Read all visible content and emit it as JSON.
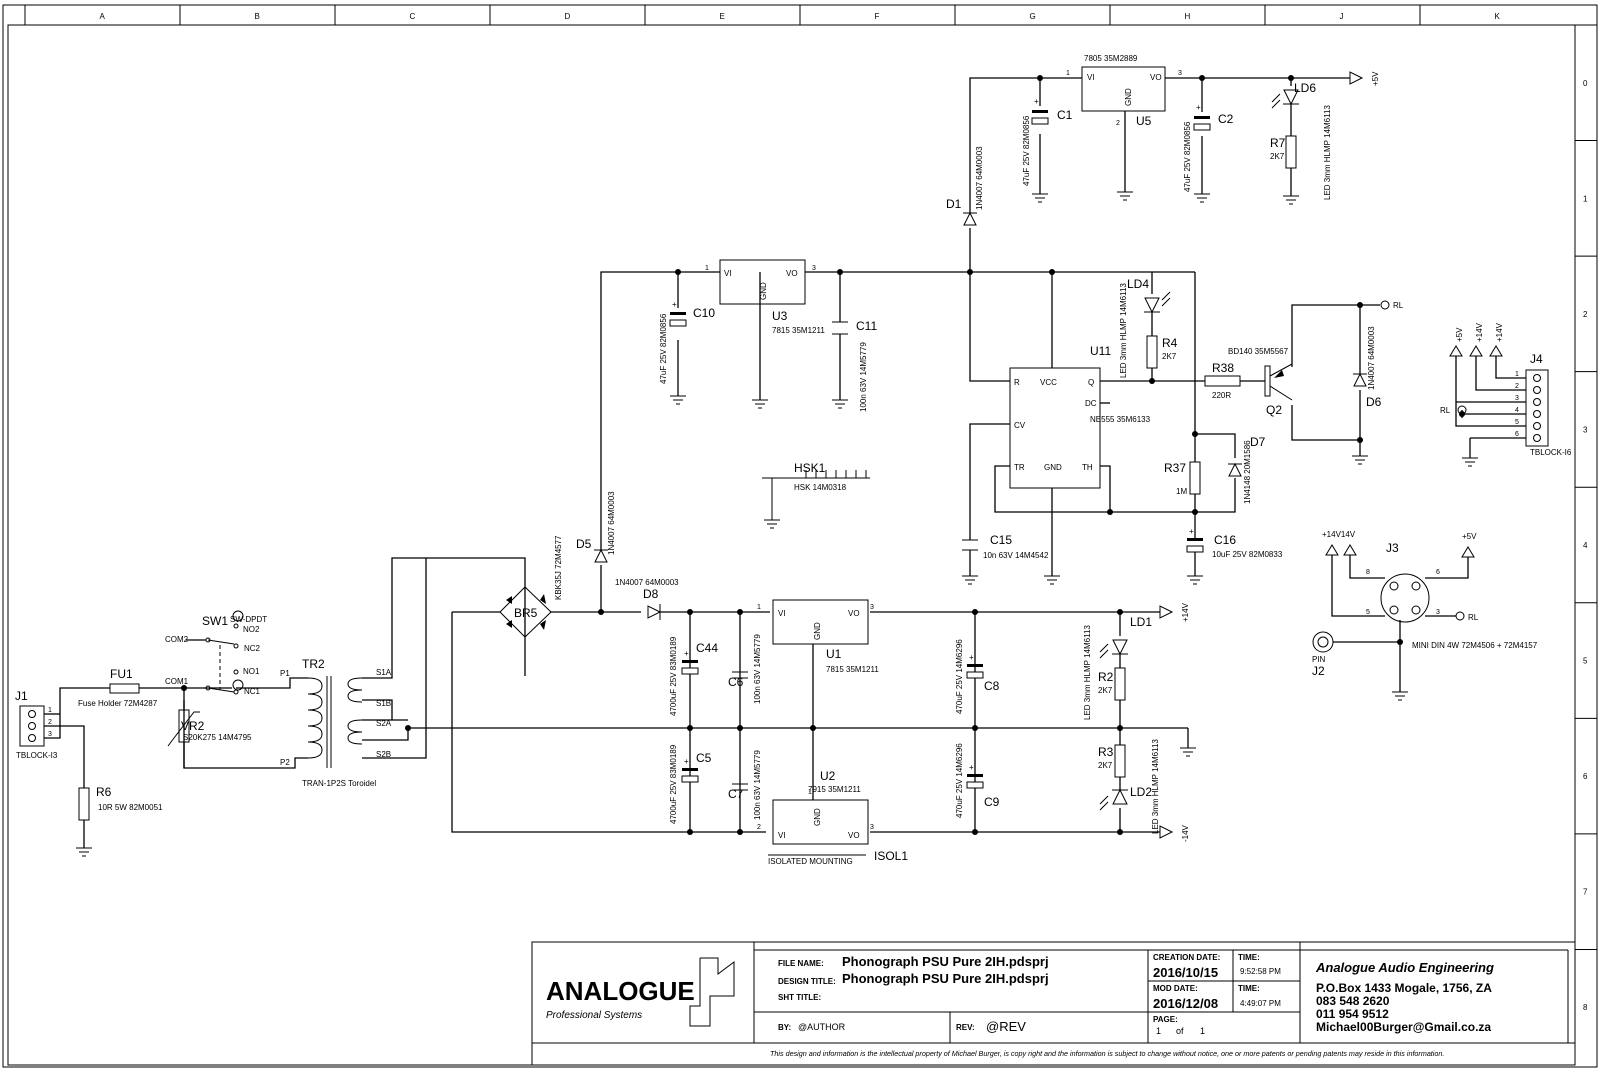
{
  "frame": {
    "columns": [
      "A",
      "B",
      "C",
      "D",
      "E",
      "F",
      "G",
      "H",
      "J",
      "K"
    ],
    "rows": [
      "0",
      "1",
      "2",
      "3",
      "4",
      "5",
      "6",
      "7",
      "8"
    ]
  },
  "parts": {
    "J1": {
      "ref": "J1",
      "value": "TBLOCK-I3",
      "pins": [
        "1",
        "2",
        "3"
      ]
    },
    "FU1": {
      "ref": "FU1",
      "value": "Fuse Holder 72M4287"
    },
    "VR2": {
      "ref": "VR2",
      "value": "S20K275 14M4795"
    },
    "R6": {
      "ref": "R6",
      "value": "10R 5W 82M0051"
    },
    "SW1": {
      "ref": "SW1",
      "value": "SW-DPDT",
      "pins": [
        "COM2",
        "NO2",
        "NC2",
        "COM1",
        "NO1",
        "NC1"
      ]
    },
    "TR2": {
      "ref": "TR2",
      "value": "TRAN-1P2S Toroidel",
      "pins": [
        "P1",
        "P2",
        "S1A",
        "S1B",
        "S2A",
        "S2B"
      ]
    },
    "BR5": {
      "ref": "BR5",
      "value": "KBK35J 72M4577"
    },
    "D5": {
      "ref": "D5",
      "value": "1N4007 64M0003"
    },
    "D8": {
      "ref": "D8",
      "value": "1N4007 64M0003"
    },
    "C44": {
      "ref": "C44",
      "value": "4700uF 25V 83M0189"
    },
    "C5": {
      "ref": "C5",
      "value": "4700uF 25V 83M0189"
    },
    "C6": {
      "ref": "C6",
      "value": "100n 63V 14M5779"
    },
    "C7": {
      "ref": "C7",
      "value": "100n 63V 14M5779"
    },
    "U1": {
      "ref": "U1",
      "value": "7815 35M1211"
    },
    "U2": {
      "ref": "U2",
      "value": "7915 35M1211"
    },
    "C8": {
      "ref": "C8",
      "value": "470uF 25V 14M6296"
    },
    "C9": {
      "ref": "C9",
      "value": "470uF 25V 14M6296"
    },
    "LD1": {
      "ref": "LD1",
      "value": "LED 3mm HLMP 14M6113"
    },
    "LD2": {
      "ref": "LD2",
      "value": "LED 3mm HLMP 14M6113"
    },
    "R2": {
      "ref": "R2",
      "value": "2K7"
    },
    "R3": {
      "ref": "R3",
      "value": "2K7"
    },
    "ISOL1": {
      "ref": "ISOL1",
      "value": "ISOLATED MOUNTING"
    },
    "HSK1": {
      "ref": "HSK1",
      "value": "HSK 14M0318"
    },
    "U3": {
      "ref": "U3",
      "value": "7815 35M1211"
    },
    "C10": {
      "ref": "C10",
      "value": "47uF 25V 82M0856"
    },
    "C11": {
      "ref": "C11",
      "value": "100n 63V 14M5779"
    },
    "D1": {
      "ref": "D1",
      "value": "1N4007 64M0003"
    },
    "U5": {
      "ref": "U5",
      "value": "7805 35M2889"
    },
    "C1": {
      "ref": "C1",
      "value": "47uF 25V 82M0856"
    },
    "C2": {
      "ref": "C2",
      "value": "47uF 25V 82M0856"
    },
    "LD6": {
      "ref": "LD6",
      "value": "LED 3mm HLMP 14M6113"
    },
    "R7": {
      "ref": "R7",
      "value": "2K7"
    },
    "LD4": {
      "ref": "LD4",
      "value": "LED 3mm HLMP 14M6113"
    },
    "R4": {
      "ref": "R4",
      "value": "2K7"
    },
    "U11": {
      "ref": "U11",
      "value": "NE555 35M6133",
      "pins": [
        "R",
        "VCC",
        "Q",
        "DC",
        "CV",
        "TR",
        "GND",
        "TH"
      ]
    },
    "R37": {
      "ref": "R37",
      "value": "1M"
    },
    "D7": {
      "ref": "D7",
      "value": "1N4148 20M1586"
    },
    "C15": {
      "ref": "C15",
      "value": "10n 63V 14M4542"
    },
    "C16": {
      "ref": "C16",
      "value": "10uF 25V 82M0833"
    },
    "R38": {
      "ref": "R38",
      "value": "220R"
    },
    "Q2": {
      "ref": "Q2",
      "value": "BD140 35M5567"
    },
    "D6": {
      "ref": "D6",
      "value": "1N4007 64M0003"
    },
    "J4": {
      "ref": "J4",
      "value": "TBLOCK-I6",
      "pins": [
        "1",
        "2",
        "3",
        "4",
        "5",
        "6"
      ]
    },
    "J3": {
      "ref": "J3",
      "value": "MINI DIN 4W 72M4506 + 72M4157",
      "pins": [
        "8",
        "6",
        "5",
        "3"
      ]
    },
    "J2": {
      "ref": "J2",
      "value": "PIN"
    }
  },
  "regulator_pins": {
    "vi": "VI",
    "vo": "VO",
    "gnd": "GND",
    "p1": "1",
    "p2": "2",
    "p3": "3"
  },
  "nets": {
    "p5v": "+5V",
    "p14v": "+14V",
    "n14v": "-14V",
    "rl": "RL",
    "p14v14v": "+14V14V"
  },
  "title_block": {
    "logo": "ANALOGUE",
    "logo_sub": "Professional Systems",
    "file_name_label": "FILE NAME:",
    "file_name": "Phonograph PSU Pure 2IH.pdsprj",
    "design_title_label": "DESIGN TITLE:",
    "design_title": "Phonograph PSU Pure 2IH.pdsprj",
    "sht_title_label": "SHT TITLE:",
    "by_label": "BY:",
    "by": "@AUTHOR",
    "rev_label": "REV:",
    "rev": "@REV",
    "creation_date_label": "CREATION DATE:",
    "creation_date": "2016/10/15",
    "creation_time_label": "TIME:",
    "creation_time": "9:52:58 PM",
    "mod_date_label": "MOD DATE:",
    "mod_date": "2016/12/08",
    "mod_time_label": "TIME:",
    "mod_time": "4:49:07 PM",
    "page_label": "PAGE:",
    "page": "1",
    "page_of": "of",
    "page_total": "1",
    "company": "Analogue Audio Engineering",
    "address": "P.O.Box 1433 Mogale, 1756, ZA",
    "phone1": "083 548 2620",
    "phone2": "011 954 9512",
    "email": "Michael00Burger@Gmail.co.za",
    "disclaimer": "This design and information is the intellectual property of Michael Burger, is copy right and the information is subject to change without notice, one or more patents or pending patents may reside in this information."
  }
}
